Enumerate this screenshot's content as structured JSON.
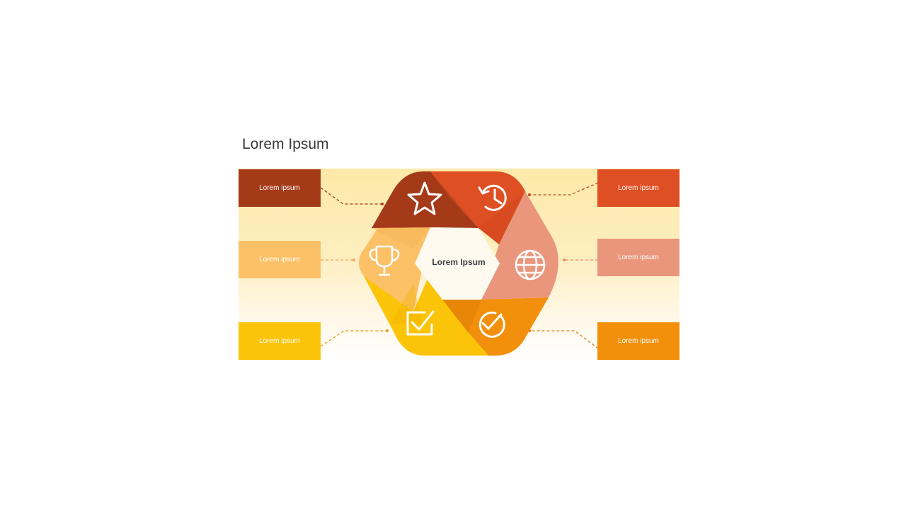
{
  "slide": {
    "title": "Lorem Ipsum"
  },
  "center": {
    "label": "Lorem Ipsum"
  },
  "boxes": [
    {
      "label": "Lorem ipsum",
      "color": "#a53a19"
    },
    {
      "label": "Lorem ipsum",
      "color": "#fcc066"
    },
    {
      "label": "Lorem ipsum",
      "color": "#fcc408"
    },
    {
      "label": "Lorem ipsum",
      "color": "#df4f24"
    },
    {
      "label": "Lorem ipsum",
      "color": "#ea967c"
    },
    {
      "label": "Lorem ipsum",
      "color": "#f2900c"
    }
  ],
  "segments": [
    {
      "icon": "star-icon",
      "color": "#a53a19"
    },
    {
      "icon": "history-icon",
      "color": "#df4f24"
    },
    {
      "icon": "globe-icon",
      "color": "#ea967c"
    },
    {
      "icon": "check-circle-icon",
      "color": "#f2900c"
    },
    {
      "icon": "checkbox-icon",
      "color": "#fcc408"
    },
    {
      "icon": "trophy-icon",
      "color": "#fcc066"
    }
  ],
  "connector_colors": {
    "top": "#a53a19",
    "middle": "#f4a35a",
    "bottom": "#e79a17"
  }
}
